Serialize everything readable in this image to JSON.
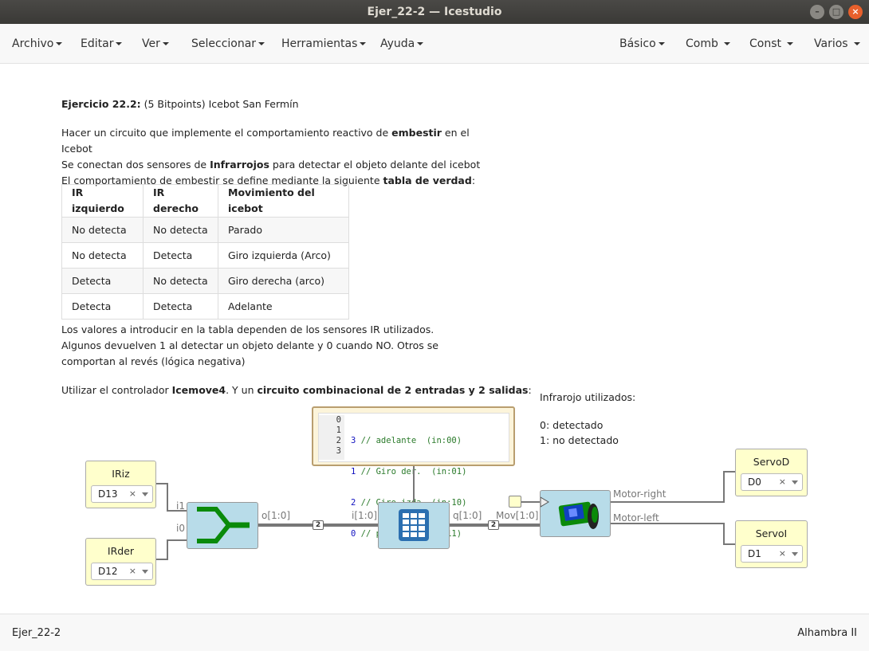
{
  "window": {
    "title": "Ejer_22-2 — Icestudio"
  },
  "menu": {
    "left": [
      "Archivo",
      "Editar",
      "Ver",
      "Seleccionar",
      "Herramientas",
      "Ayuda"
    ],
    "right": [
      "Básico",
      "Comb",
      "Const",
      "Varios"
    ]
  },
  "doc": {
    "p1_b": "Ejercicio 22.2:",
    "p1_rest": " (5 Bitpoints) Icebot San Fermín",
    "l1a": "Hacer un circuito que implemente el comportamiento reactivo de ",
    "l1b": "embestir",
    "l1c": " en el Icebot",
    "l2a": "Se conectan dos sensores de ",
    "l2b": "Infrarrojos",
    "l2c": " para detectar el objeto delante del icebot",
    "l3a": "El comportamiento de embestir se define mediante la siguiente ",
    "l3b": "tabla de verdad",
    "l3c": ":",
    "table": {
      "headers": [
        "IR izquierdo",
        "IR derecho",
        "Movimiento del icebot"
      ],
      "rows": [
        [
          "No detecta",
          "No detecta",
          "Parado"
        ],
        [
          "No detecta",
          "Detecta",
          "Giro izquierda (Arco)"
        ],
        [
          "Detecta",
          "No detecta",
          "Giro derecha (arco)"
        ],
        [
          "Detecta",
          "Detecta",
          "Adelante"
        ]
      ]
    },
    "p3": "Los valores a introducir en la tabla dependen de los sensores IR utilizados. Algunos devuelven 1 al detectar un objeto delante y 0 cuando NO. Otros se comportan al revés (lógica negativa)",
    "p4a": "Utilizar el controlador ",
    "p4b": "Icemove4",
    "p4c": ". Y un ",
    "p4d": "circuito combinacional de 2 entradas y 2 salidas",
    "p4e": ":"
  },
  "note": {
    "title": "Infrarojo utilizados:",
    "line1": "0: detectado",
    "line2": "1: no detectado"
  },
  "code": {
    "lines": [
      {
        "n": "0",
        "v": "3",
        "c": " // adelante  (in:00)"
      },
      {
        "n": "1",
        "v": "1",
        "c": " // Giro der.  (in:01)"
      },
      {
        "n": "2",
        "v": "2",
        "c": " // Giro izda  (in:10)"
      },
      {
        "n": "3",
        "v": "0",
        "c": " // parado    (in:11)"
      }
    ]
  },
  "diagram": {
    "iriz": {
      "label": "IRiz",
      "pin": "D13"
    },
    "irder": {
      "label": "IRder",
      "pin": "D12"
    },
    "servod": {
      "label": "ServoD",
      "pin": "D0"
    },
    "servoi": {
      "label": "ServoI",
      "pin": "D1"
    },
    "ports": {
      "i1": "i1",
      "i0": "i0",
      "o": "o[1:0]",
      "ti": "i[1:0]",
      "tq": "q[1:0]",
      "mov": "Mov[1:0]",
      "mright": "Motor-right",
      "mleft": "Motor-left"
    },
    "bus_width": "2",
    "clear_symbol": "×"
  },
  "status": {
    "left": "Ejer_22-2",
    "right": "Alhambra II"
  }
}
